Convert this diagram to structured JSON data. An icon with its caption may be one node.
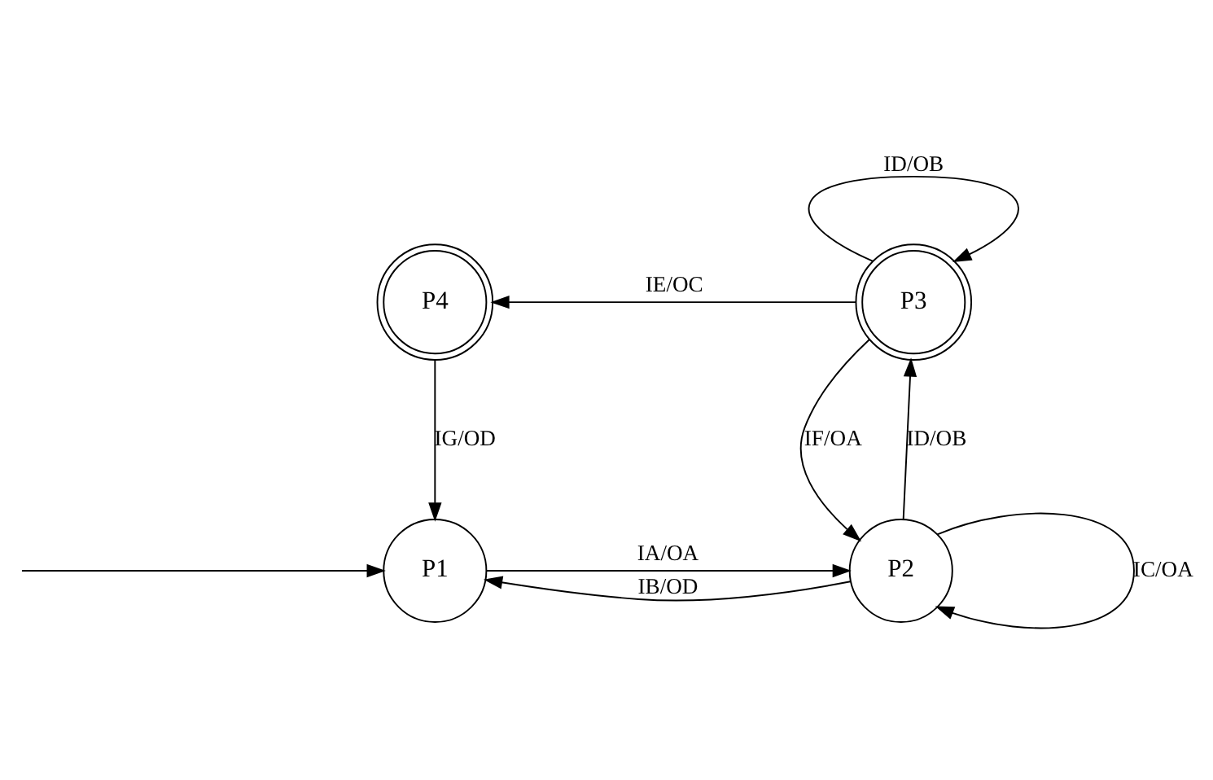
{
  "diagram": {
    "nodes": [
      {
        "text": [
          "P4"
        ]
      },
      {
        "text": [
          "P3"
        ]
      },
      {
        "text": [
          "P1"
        ]
      },
      {
        "text": [
          "P2"
        ]
      }
    ],
    "edges": [
      {
        "from": null,
        "to": 2,
        "arrow": "to"
      },
      {
        "from": 2,
        "to": 3,
        "arrow": "to",
        "label": "IA/OA"
      },
      {
        "from": 3,
        "to": 2,
        "arrow": "to",
        "label": "IB/OD"
      },
      {
        "from": 3,
        "to": 3,
        "arrow": "to",
        "label": "IC/OA"
      },
      {
        "from": 3,
        "to": 1,
        "arrow": "to",
        "label": "ID/OB"
      },
      {
        "from": 1,
        "to": 1,
        "arrow": "to",
        "label": "ID/OB"
      },
      {
        "from": 1,
        "to": 0,
        "arrow": "to",
        "label": "IE/OC"
      },
      {
        "from": 1,
        "to": 3,
        "arrow": "to",
        "label": "IF/OA"
      },
      {
        "from": 0,
        "to": 2,
        "arrow": "to",
        "label": "IG/OD"
      }
    ]
  }
}
